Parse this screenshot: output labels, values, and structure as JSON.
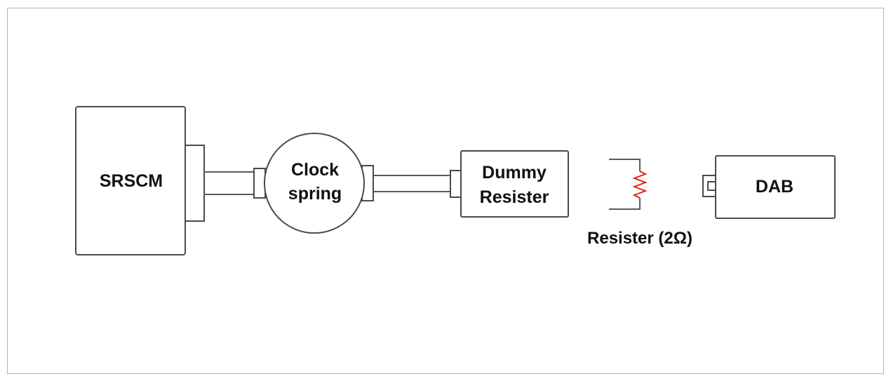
{
  "diagram": {
    "components": {
      "srscm": {
        "label": "SRSCM"
      },
      "clock_spring": {
        "label_line1": "Clock",
        "label_line2": "spring"
      },
      "dummy_resister": {
        "label_line1": "Dummy",
        "label_line2": "Resister"
      },
      "resister": {
        "label": "Resister (2Ω)"
      },
      "dab": {
        "label": "DAB"
      }
    },
    "colors": {
      "outline": "#4a4a4a",
      "resistor_zigzag": "#e0201c",
      "frame_border": "#b5b5b5"
    }
  }
}
